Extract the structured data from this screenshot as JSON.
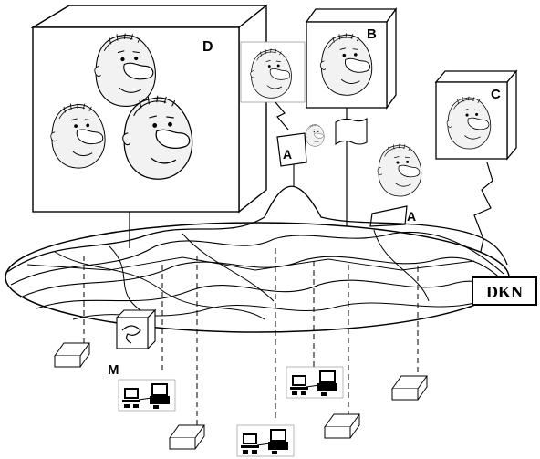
{
  "labels": {
    "cube_d": "D",
    "cube_b": "B",
    "cube_c": "C",
    "flag_a_left": "A",
    "flag_a_right": "A",
    "machine_m": "M",
    "network": "DKN"
  },
  "colors": {
    "ink": "#000000",
    "paper": "#ffffff",
    "face_shade": "#f2f2f2"
  },
  "icons": {
    "face": "cartoon-face-icon",
    "workstation": "computer-workstation-icon",
    "terminal": "terminal-box-icon"
  }
}
